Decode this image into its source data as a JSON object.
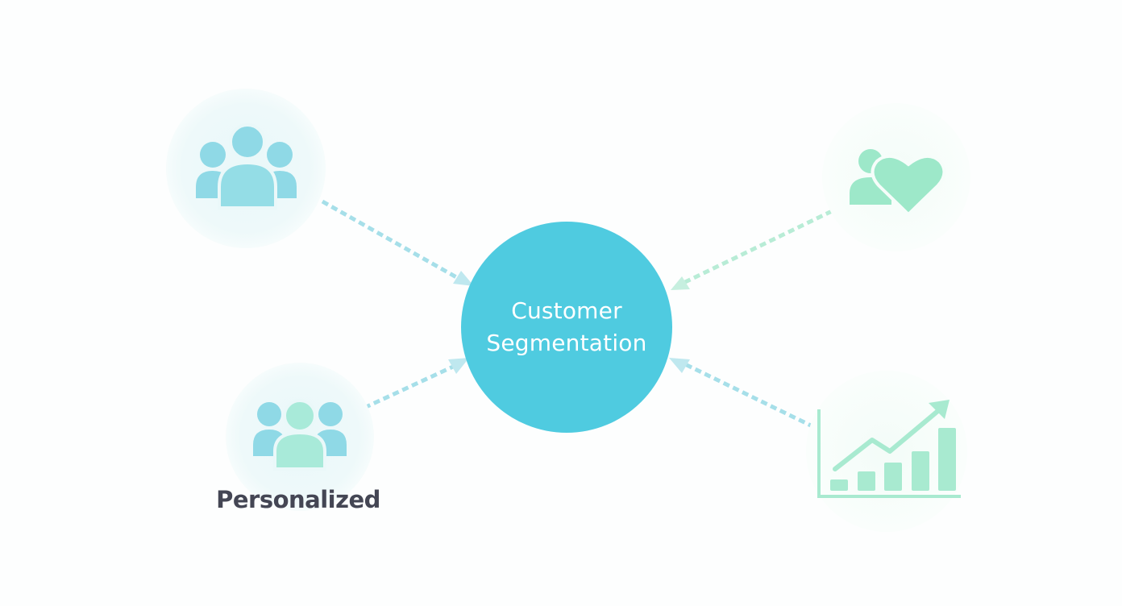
{
  "center": {
    "line1": "Customer",
    "line2": "Segmentation"
  },
  "nodes": [
    {
      "id": "group-top-left",
      "icon": "group-users-icon",
      "label": ""
    },
    {
      "id": "group-bottom-left",
      "icon": "group-users-icon",
      "label": "Personalized"
    },
    {
      "id": "loyalty-top-right",
      "icon": "user-heart-icon",
      "label": ""
    },
    {
      "id": "growth-bottom-right",
      "icon": "growth-chart-icon",
      "label": ""
    }
  ],
  "colors": {
    "center_fill": "#4fcbe0",
    "connector_blue": "#9fdde8",
    "connector_green": "#b4ecd5",
    "icon_blue": "#8fd9e6",
    "icon_mint": "#a8ead9",
    "icon_green": "#9de8c9",
    "halo": "#eef9fa",
    "label_text": "#444654"
  }
}
